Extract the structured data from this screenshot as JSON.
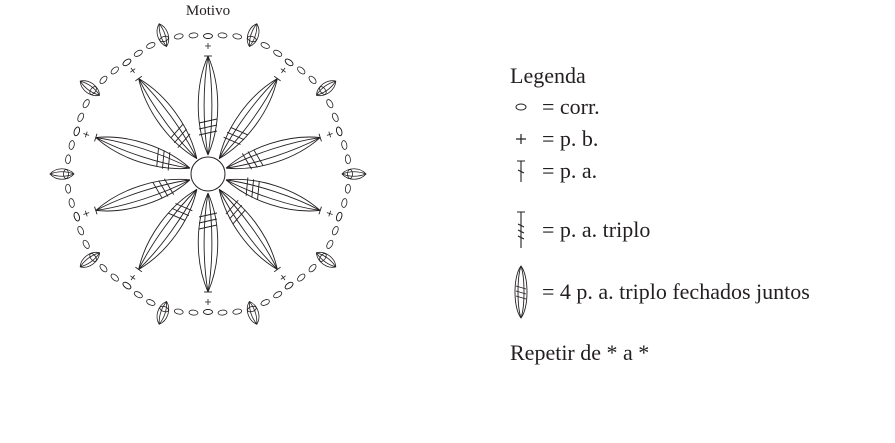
{
  "diagram": {
    "title": "Motivo",
    "petals": 10
  },
  "legend": {
    "title": "Legenda",
    "items": [
      {
        "icon": "chain-stitch-icon",
        "label": "= corr."
      },
      {
        "icon": "single-crochet-icon",
        "label": "= p. b."
      },
      {
        "icon": "double-crochet-icon",
        "label": "= p. a."
      },
      {
        "icon": "triple-crochet-icon",
        "label": "= p. a. triplo"
      },
      {
        "icon": "cluster-icon",
        "label": "= 4 p. a. triplo fechados juntos"
      }
    ],
    "repeat_note": "Repetir de * a *"
  }
}
